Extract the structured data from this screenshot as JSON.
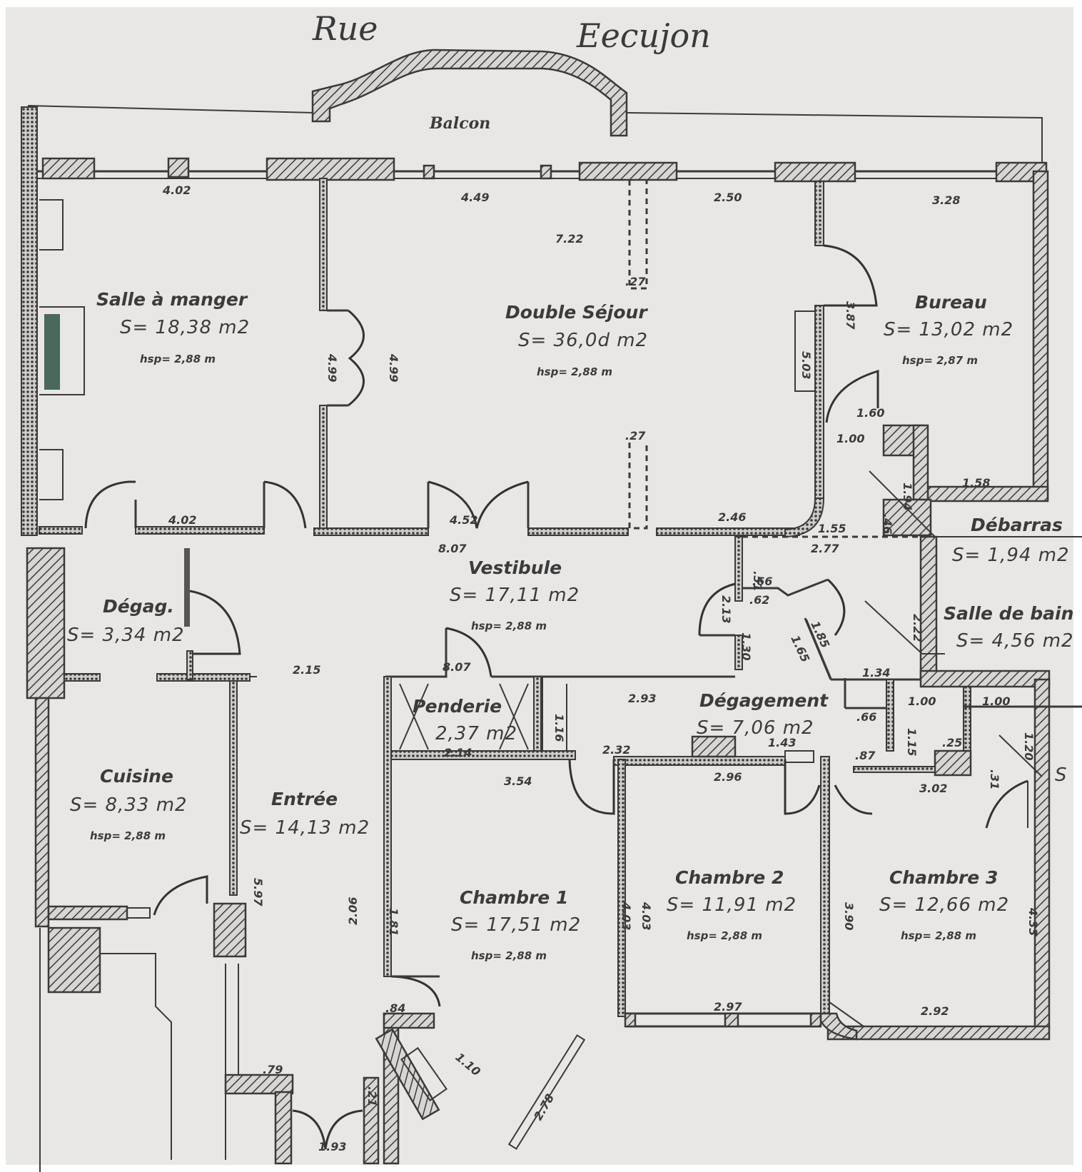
{
  "street": {
    "word1": "Rue",
    "word2": "Eecujon"
  },
  "balcony": {
    "label": "Balcon"
  },
  "rooms": {
    "salle_a_manger": {
      "name": "Salle à manger",
      "area": "S= 18,38 m2",
      "hsp": "hsp= 2,88 m"
    },
    "double_sejour": {
      "name": "Double Séjour",
      "area": "S= 36,0d m2",
      "hsp": "hsp= 2,88 m"
    },
    "bureau": {
      "name": "Bureau",
      "area": "S= 13,02 m2",
      "hsp": "hsp= 2,87 m"
    },
    "debarras": {
      "name": "Débarras",
      "area": "S= 1,94 m2"
    },
    "vestibule": {
      "name": "Vestibule",
      "area": "S= 17,11 m2",
      "hsp": "hsp= 2,88 m"
    },
    "degag": {
      "name": "Dégag.",
      "area": "S= 3,34 m2"
    },
    "salle_de_bain": {
      "name": "Salle de bain",
      "area": "S= 4,56 m2"
    },
    "degagement": {
      "name": "Dégagement",
      "area": "S= 7,06 m2"
    },
    "penderie": {
      "name": "Penderie",
      "area": "2,37 m2"
    },
    "cuisine": {
      "name": "Cuisine",
      "area": "S= 8,33 m2",
      "hsp": "hsp= 2,88 m"
    },
    "entree": {
      "name": "Entrée",
      "area": "S= 14,13 m2"
    },
    "chambre1": {
      "name": "Chambre 1",
      "area": "S= 17,51 m2",
      "hsp": "hsp= 2,88 m"
    },
    "chambre2": {
      "name": "Chambre 2",
      "area": "S= 11,91 m2",
      "hsp": "hsp= 2,88 m"
    },
    "chambre3": {
      "name": "Chambre 3",
      "area": "S= 12,66 m2",
      "hsp": "hsp= 2,88 m"
    },
    "wc_partial": {
      "name": "S",
      "area": "S"
    }
  },
  "dimensions": {
    "d402_top": "4.02",
    "d449": "4.49",
    "d250": "2.50",
    "d328": "3.28",
    "d722": "7.22",
    "d27_top": ".27",
    "d27_bottom": ".27",
    "d499_left": "4.99",
    "d499_right": "4.99",
    "d503": "5.03",
    "d387": "3.87",
    "d160": "1.60",
    "d100_bureau": "1.00",
    "d158": "1.58",
    "d194": "1.94",
    "d046": ".46",
    "d155": "1.55",
    "d277": "2.77",
    "d402_bottom": "4.02",
    "d452": "4.52",
    "d246": "2.46",
    "d807_top": "8.07",
    "d807_bottom": "8.07",
    "d215": "2.15",
    "d051": ".51",
    "d066a": ".66",
    "d062": ".62",
    "d213": "2.13",
    "d130": "1.30",
    "d165": "1.65",
    "d185": "1.85",
    "d222": "2.22",
    "d134": "1.34",
    "d100a": "1.00",
    "d100b": "1.00",
    "d066b": ".66",
    "d115": "1.15",
    "d025": ".25",
    "d120": "1.20",
    "d031": ".31",
    "d087": ".87",
    "d143": "1.43",
    "d293": "2.93",
    "d214": "2.14",
    "d116": "1.16",
    "d232": "2.32",
    "d296": "2.96",
    "d302": "3.02",
    "d354": "3.54",
    "d597": "5.97",
    "d206": "2.06",
    "d181": "1.81",
    "d403a": "4.03",
    "d403b": "4.03",
    "d390": "3.90",
    "d433": "4.33",
    "d297": "2.97",
    "d292": "2.92",
    "d084": ".84",
    "d110": "1.10",
    "d278": "2.78",
    "d079": ".79",
    "d193": "1.93",
    "d021": ".21"
  }
}
